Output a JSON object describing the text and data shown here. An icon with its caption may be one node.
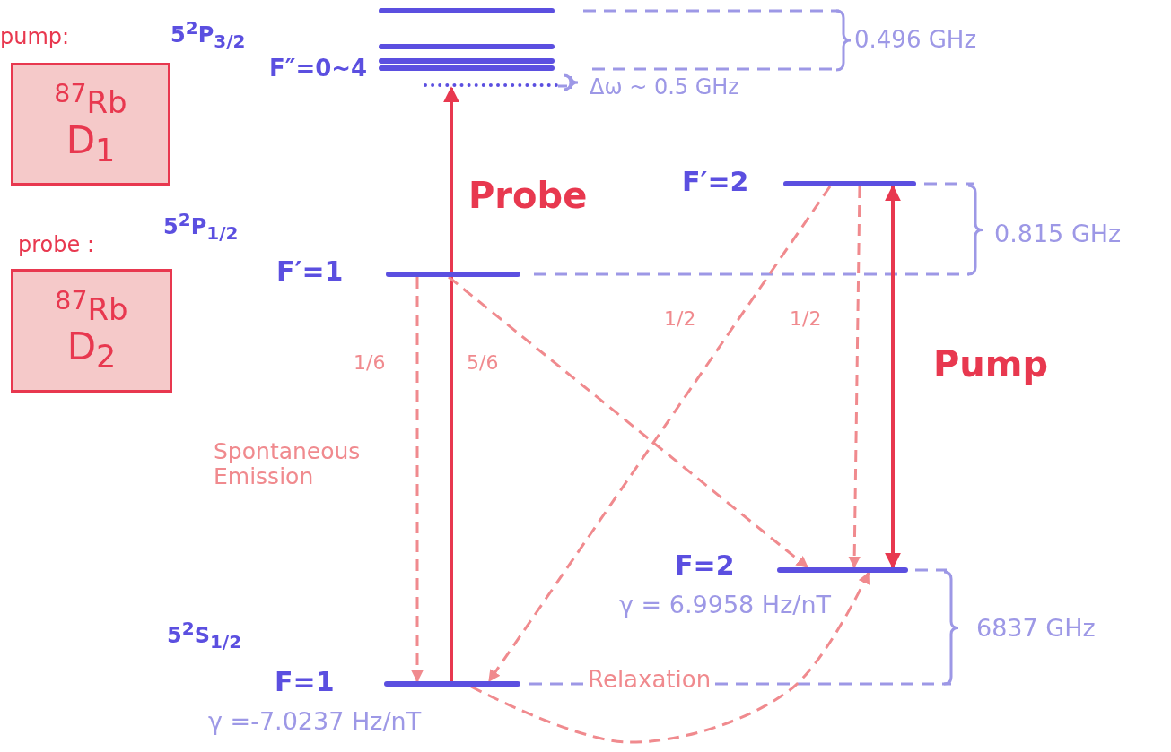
{
  "diagram": {
    "nodes": [
      {
        "text": [
          "pump:",
          "$^{87}$Rb",
          "D$_{1}$"
        ]
      },
      {
        "text": [
          "probe :",
          "$^{87}$Rb",
          "D$_{2}$"
        ]
      },
      {
        "text": [],
        "shape": "bar"
      },
      {
        "text": [],
        "shape": "bar"
      },
      {
        "text": [],
        "shape": "bar"
      },
      {
        "text": [],
        "shape": "bar"
      },
      {
        "text": [],
        "shape": "bar"
      },
      {
        "text": [],
        "shape": "bar",
        "beside": [
          "F′=2"
        ]
      },
      {
        "text": [],
        "shape": "bar",
        "beside": [
          "F′=1"
        ]
      },
      {
        "text": [],
        "shape": "bar",
        "beside": [
          "F=2",
          "γ = 6.9958 Hz/nT"
        ]
      },
      {
        "text": [],
        "shape": "bar",
        "beside": [
          "F=1",
          "γ =-7.0237 Hz/nT"
        ]
      }
    ],
    "edges": [
      {
        "from": 10,
        "to": 6,
        "arrow": "to",
        "label": "Probe",
        "color": "#e8384f"
      },
      {
        "from": 9,
        "to": 7,
        "arrow": "both",
        "label": "Pump",
        "color": "#e8384f"
      },
      {
        "from": 8,
        "to": 10,
        "arrow": "to",
        "label": "1/6",
        "style": "dashed"
      },
      {
        "from": 8,
        "to": 9,
        "arrow": "to",
        "label": "5/6",
        "style": "dashed"
      },
      {
        "from": 7,
        "to": 10,
        "arrow": "to",
        "label": "1/2",
        "style": "dashed"
      },
      {
        "from": 7,
        "to": 9,
        "arrow": "to",
        "label": "1/2",
        "style": "dashed"
      },
      {
        "from": 10,
        "to": 9,
        "arrow": "to",
        "label": "Relaxation",
        "style": "dashed"
      }
    ],
    "labels": [
      "5$^{2}$P$_{3/2}$",
      "F″=0~4",
      "0.496 GHz",
      "Δω ~ 0.5 GHz",
      "5$^{2}$P$_{1/2}$",
      "0.815 GHz",
      "Spontaneous Emission",
      "5$^{2}$S$_{1/2}$",
      "6837 GHz"
    ]
  }
}
